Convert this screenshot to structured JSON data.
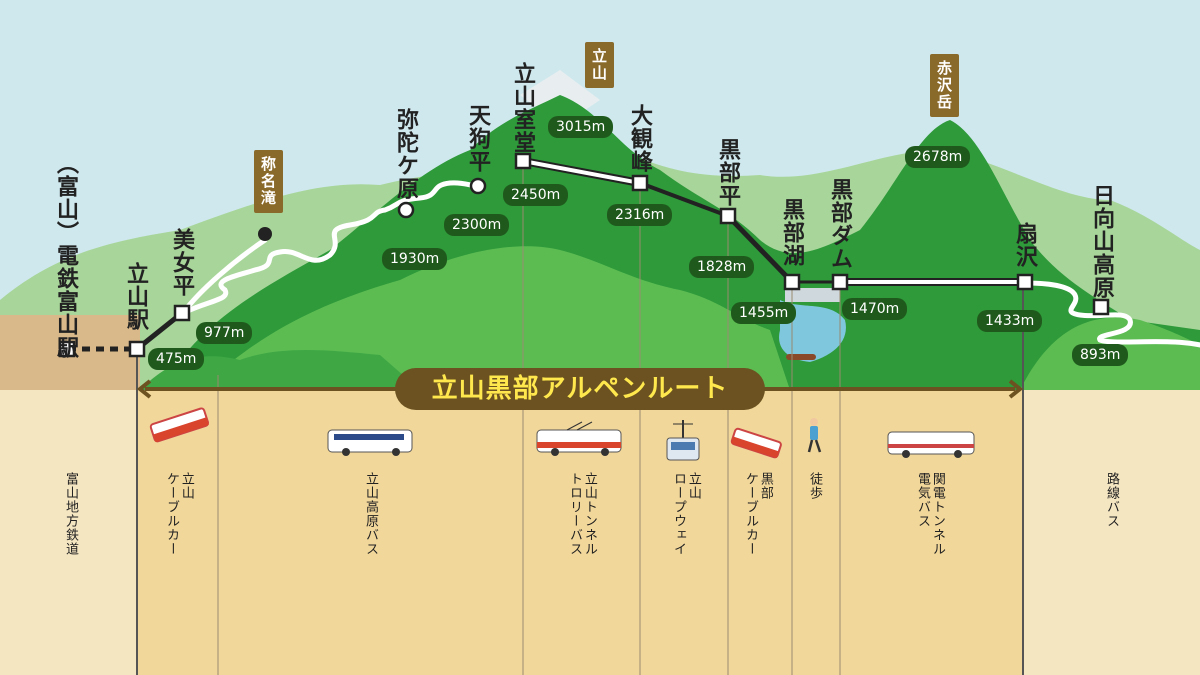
{
  "route_title": "立山黒部アルペンルート",
  "peaks": {
    "tateyama": "立山",
    "akazawadake": "赤沢岳",
    "shomyo_falls": "称名滝"
  },
  "stations": {
    "dentetsu_toyama": "（富山）電鉄富山駅",
    "tateyama": "立山駅",
    "bijodaira": "美女平",
    "midagahara": "弥陀ケ原",
    "tengudaira": "天狗平",
    "murodo": "立山室堂",
    "daikanbo": "大観峰",
    "kurobedaira": "黒部平",
    "kurobeko": "黒部湖",
    "kurobe_dam": "黒部ダム",
    "ogizawa": "扇沢",
    "hinata_yama_kogen": "日向山高原"
  },
  "elevations": {
    "tateyama_station": "475m",
    "bijodaira": "977m",
    "midagahara": "1930m",
    "tengudaira": "2300m",
    "murodo": "2450m",
    "tateyama_peak": "3015m",
    "daikanbo": "2316m",
    "kurobedaira": "1828m",
    "kurobeko": "1455m",
    "kurobe_dam": "1470m",
    "akazawadake": "2678m",
    "ogizawa": "1433m",
    "hinata": "893m"
  },
  "transport": {
    "toyama_chiho_railway": "富山地方鉄道",
    "tateyama_cable_car": "立山\nケーブルカー",
    "kogen_bus": "立山高原バス",
    "trolley_bus": "立山トンネル\nトロリーバス",
    "ropeway": "立山\nロープウェイ",
    "kurobe_cable_car": "黒部\nケーブルカー",
    "walk": "徒歩",
    "electric_bus": "関電トンネル\n電気バス",
    "route_bus": "路線バス"
  },
  "colors": {
    "sky": "#cfe8ee",
    "mountain_dark": "#2e9a3a",
    "mountain_light": "#5cbc52",
    "mountain_pale": "#a8d69a",
    "banner_bg": "#6b5220",
    "banner_text": "#ffe84d",
    "pill_bg": "#1f5a1c",
    "peak_label_bg": "#8a6a2a",
    "band_left": "#f5e6c2",
    "band_mid": "#f2d79a"
  }
}
